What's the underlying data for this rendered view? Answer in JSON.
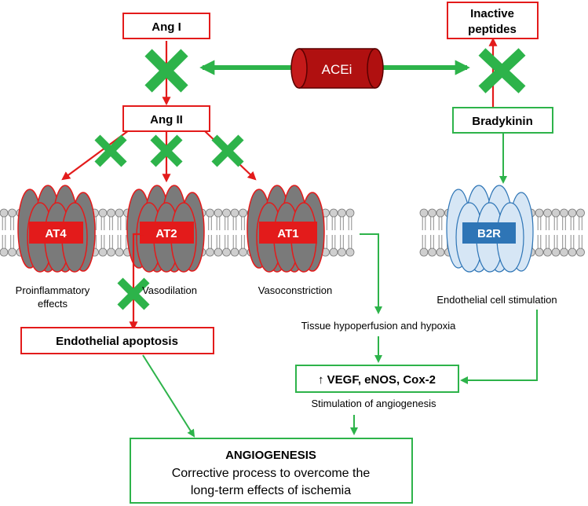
{
  "nodes": {
    "ang1": "Ang I",
    "ang2": "Ang II",
    "acei": "ACEi",
    "inactive_line1": "Inactive",
    "inactive_line2": "peptides",
    "bradykinin": "Bradykinin",
    "endothelial_apoptosis": "Endothelial apoptosis",
    "growth_factors": "↑ VEGF, eNOS, Cox-2",
    "angiogenesis_title": "ANGIOGENESIS",
    "angiogenesis_line1": "Corrective process to overcome the",
    "angiogenesis_line2": "long-term effects of ischemia"
  },
  "receptors": {
    "at4": "AT4",
    "at2": "AT2",
    "at1": "AT1",
    "b2r": "B2R"
  },
  "labels": {
    "proinflammatory_line1": "Proinflammatory",
    "proinflammatory_line2": "effects",
    "vasodilation": "Vasodilation",
    "vasoconstriction": "Vasoconstriction",
    "endothelial_stimulation": "Endothelial cell stimulation",
    "hypoperfusion": "Tissue hypoperfusion and hypoxia",
    "stimulation_angiogenesis": "Stimulation of angiogenesis"
  },
  "colors": {
    "red": "#e31b1b",
    "green": "#2db34a",
    "receptor_gray": "#7a7a7a",
    "receptor_blue": "#d6e6f5",
    "b2r_label": "#2e75b6",
    "acei_fill": "#b01010"
  }
}
